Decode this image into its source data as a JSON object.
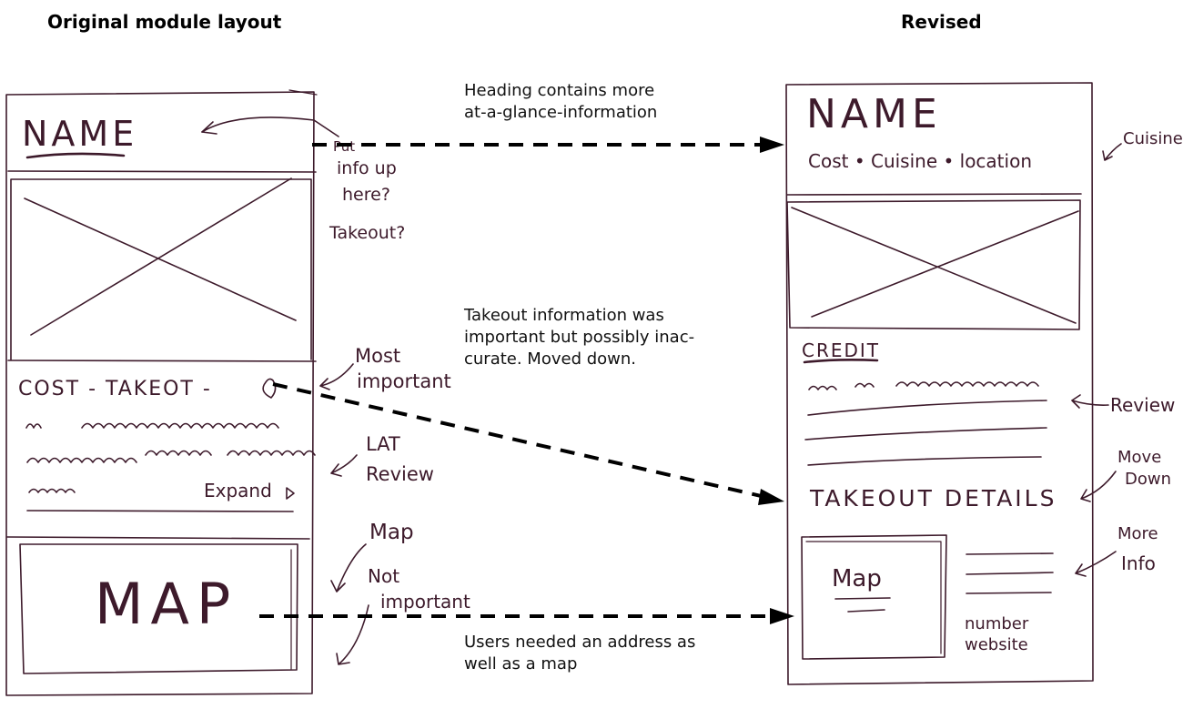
{
  "headers": {
    "original": "Original module layout",
    "revised": "Revised"
  },
  "notes": {
    "heading_line1": "Heading contains more",
    "heading_line2": "at-a-glance-information",
    "takeout_line1": "Takeout information was",
    "takeout_line2": "important but possibly inac-",
    "takeout_line3": "curate. Moved down.",
    "address_line1": "Users needed an address as",
    "address_line2": "well as a map"
  },
  "original_sketch": {
    "name": "NAME",
    "cost_row": "COST - TAKEOT -",
    "expand": "Expand",
    "map": "MAP"
  },
  "original_annotations": {
    "put_info_1": "Put",
    "put_info_2": "info up",
    "put_info_3": "here?",
    "put_info_4": "Takeout?",
    "most_important_1": "Most",
    "most_important_2": "important",
    "lat_review_1": "LAT",
    "lat_review_2": "Review",
    "map_not_important_1": "Map",
    "map_not_important_2": "Not",
    "map_not_important_3": "important"
  },
  "revised_sketch": {
    "name": "NAME",
    "subline": "Cost • Cuisine • location",
    "credit": "CREDIT",
    "takeout_details": "TAKEOUT DETAILS",
    "map": "Map",
    "number": "number",
    "website": "website"
  },
  "revised_annotations": {
    "cuisine": "Cuisine",
    "review": "Review",
    "move_down_1": "Move",
    "move_down_2": "Down",
    "more_info_1": "More",
    "more_info_2": "Info"
  },
  "colors": {
    "ink": "#3d1a2b",
    "arrow": "#000000"
  }
}
